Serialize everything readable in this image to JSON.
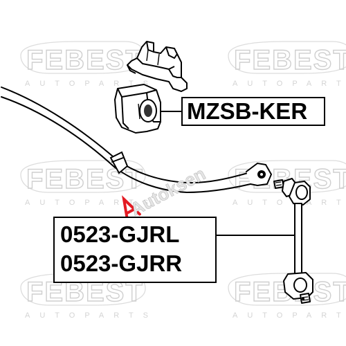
{
  "watermark": {
    "brand": "FEBEST",
    "sub": "AUTOPARTS",
    "overlay": "Autoksen"
  },
  "labels": {
    "bushing": "MZSB-KER",
    "link_left": "0523-GJRL",
    "link_right": "0523-GJRR"
  }
}
